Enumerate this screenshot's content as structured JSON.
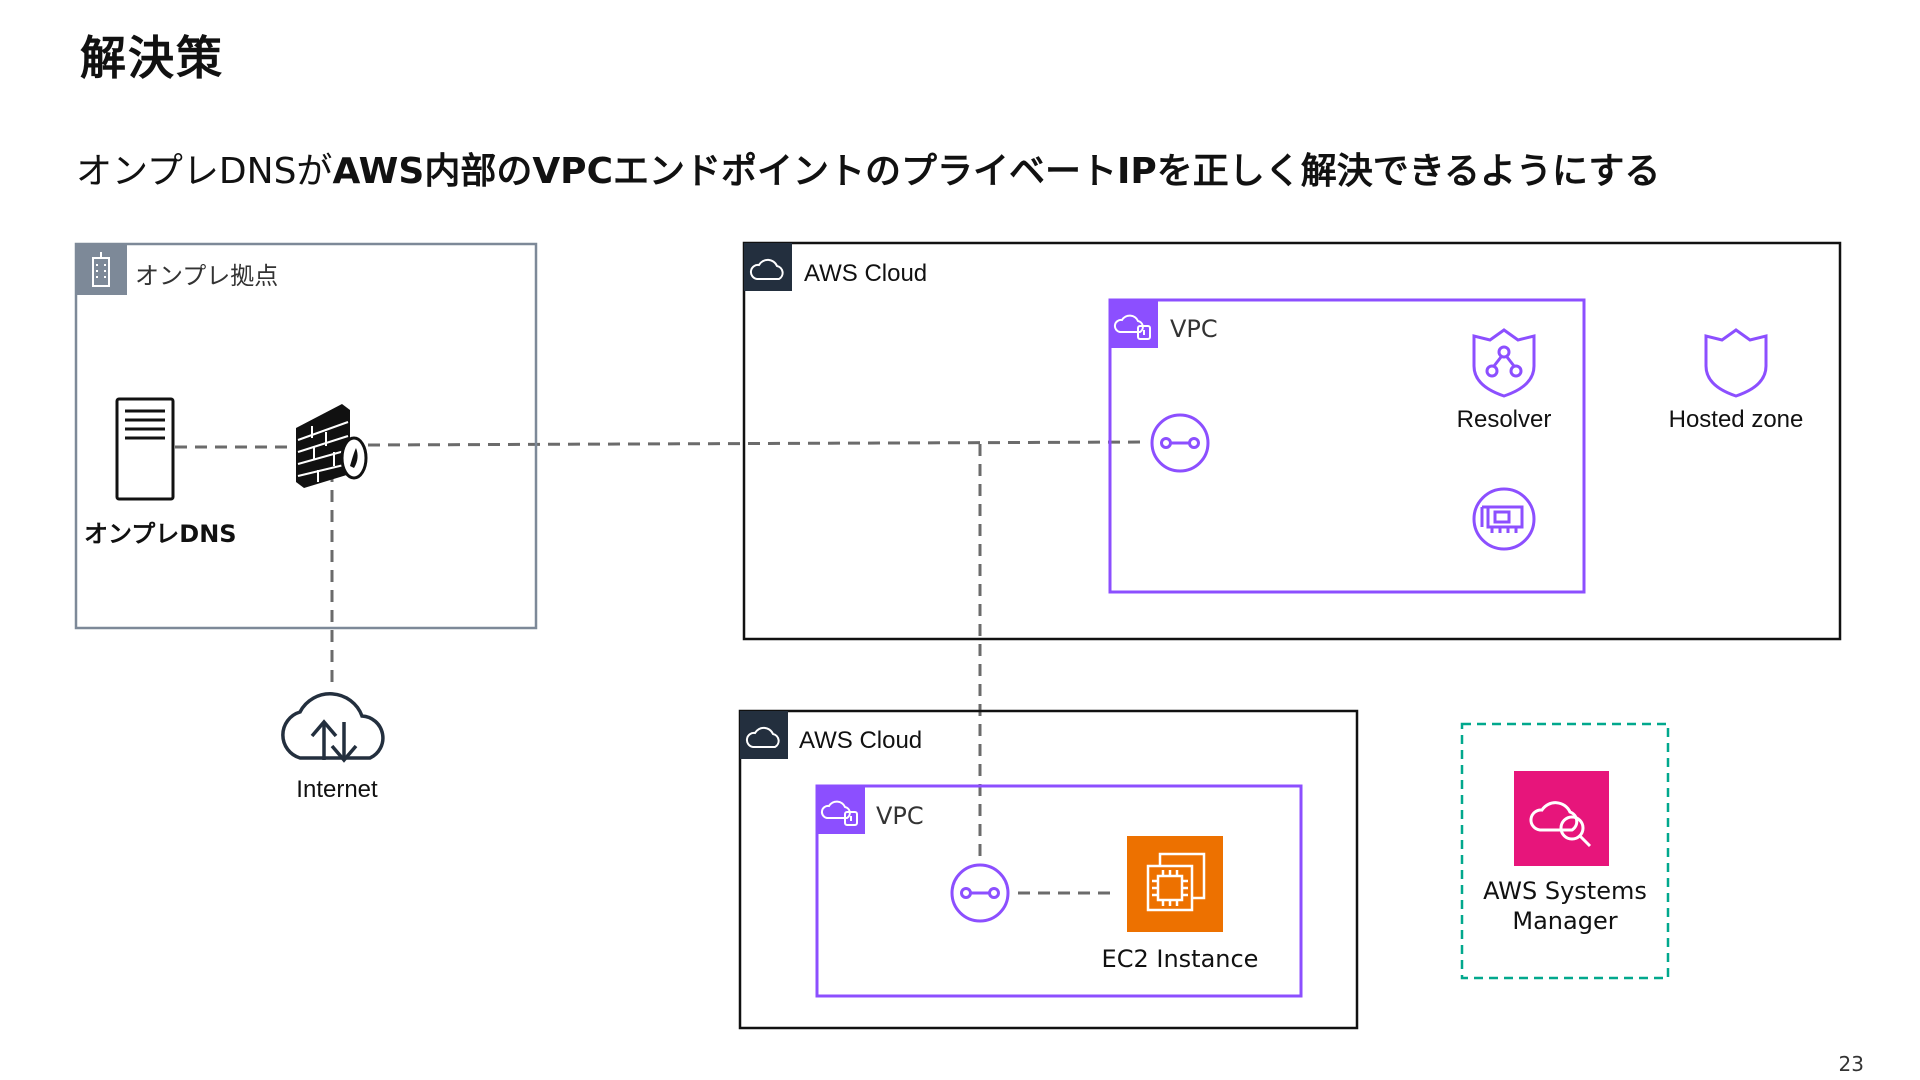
{
  "title": "解決策",
  "subtitle": {
    "plain": "オンプレDNSが",
    "bold": "AWS内部のVPCエンドポイントのプライベートIPを正しく解決できるようにする"
  },
  "onprem": {
    "group_label": "オンプレ拠点",
    "dns_label": "オンプレDNS",
    "internet_label": "Internet"
  },
  "aws_top": {
    "cloud_label": "AWS Cloud",
    "vpc_label": "VPC",
    "resolver_label": "Resolver",
    "hosted_zone_label": "Hosted zone"
  },
  "aws_bottom": {
    "cloud_label": "AWS Cloud",
    "vpc_label": "VPC",
    "ec2_label": "EC2 Instance"
  },
  "ssm": {
    "label_line1": "AWS Systems",
    "label_line2": "Manager"
  },
  "page_number": "23",
  "colors": {
    "vpc": "#8C4FFF",
    "ec2": "#ED7100",
    "ssm": "#E7157B",
    "ssm_border": "#01A88D",
    "group_gray": "#7D8998",
    "aws_dark": "#232F3E",
    "connector": "#6b6b6b"
  }
}
